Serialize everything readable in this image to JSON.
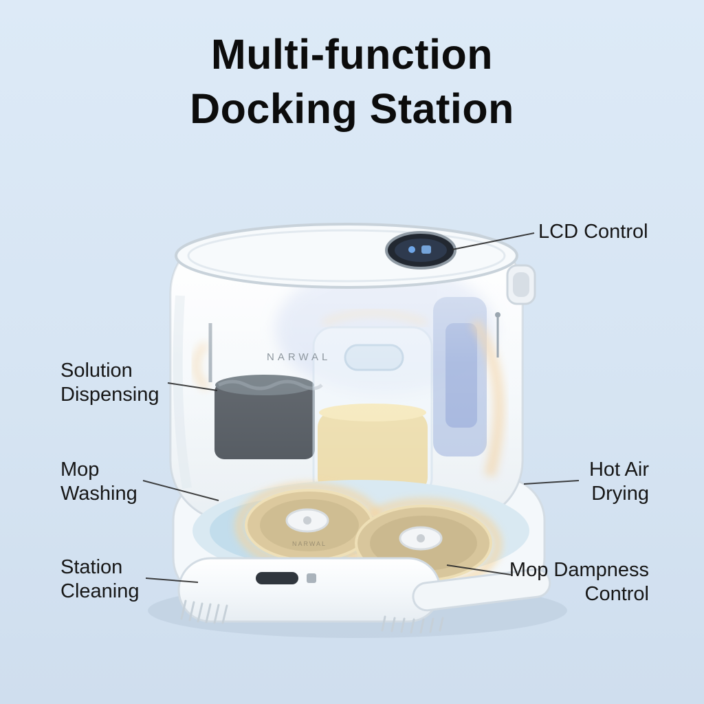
{
  "title": {
    "text": "Multi-function\nDocking Station"
  },
  "brand": "NARWAL",
  "callouts": [
    {
      "id": "lcd-control",
      "label": "LCD Control"
    },
    {
      "id": "solution-dispensing",
      "label": "Solution\nDispensing"
    },
    {
      "id": "mop-washing",
      "label": "Mop\nWashing"
    },
    {
      "id": "station-cleaning",
      "label": "Station\nCleaning"
    },
    {
      "id": "hot-air-drying",
      "label": "Hot Air\nDrying"
    },
    {
      "id": "mop-dampness-control",
      "label": "Mop Dampness\nControl"
    }
  ],
  "colors": {
    "background": "#d7e5f3",
    "text": "#0c0c0c",
    "leader_line": "#2a2a2a",
    "station_body": "#f4f8fb",
    "warm_glow": "#f3c98e",
    "solution_liquid": "#e9d69b",
    "mop_pad": "#d9c69b",
    "lcd_bezel": "#222831"
  }
}
